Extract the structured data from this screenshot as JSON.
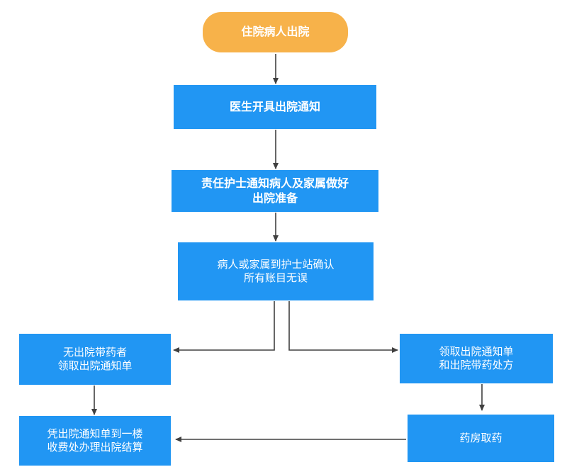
{
  "nodes": {
    "start": "住院病人出院",
    "doctor_notice": "医生开具出院通知",
    "nurse_notify": "责任护士通知病人及家属做好\n出院准备",
    "confirm_account": "病人或家属到护士站确认\n所有账目无误",
    "no_medicine": "无出院带药者\n领取出院通知单",
    "with_medicine": "领取出院通知单\n和出院带药处方",
    "pharmacy": "药房取药",
    "billing": "凭出院通知单到一楼\n收费处办理出院结算"
  },
  "colors": {
    "start_fill": "#f7b24a",
    "box_fill": "#2196f3",
    "arrow": "#404040"
  }
}
